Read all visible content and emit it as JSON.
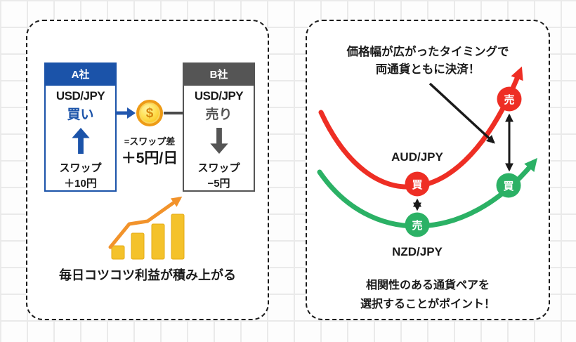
{
  "left_panel": {
    "company_a": {
      "name": "A社",
      "pair": "USD/JPY",
      "action": "買い",
      "swap_label": "スワップ",
      "swap_value": "＋10円"
    },
    "company_b": {
      "name": "B社",
      "pair": "USD/JPY",
      "action": "売り",
      "swap_label": "スワップ",
      "swap_value": "−5円"
    },
    "coin_symbol": "$",
    "swap_diff_label": "=スワップ差",
    "swap_diff_value": "＋5円/日",
    "caption": "毎日コツコツ利益が積み上がる"
  },
  "right_panel": {
    "headline_line1": "価格幅が広がったタイミングで",
    "headline_line2": "両通貨ともに決済！",
    "pair_top_label": "AUD/JPY",
    "pair_bottom_label": "NZD/JPY",
    "badge_sell_top": "売",
    "badge_buy_mid": "買",
    "badge_sell_bottom": "売",
    "badge_buy_right": "買",
    "footer_line1": "相関性のある通貨ペアを",
    "footer_line2": "選択することがポイント！"
  },
  "colors": {
    "accent_blue": "#1b53a9",
    "accent_gray": "#555555",
    "sell_red": "#ee2e24",
    "buy_green": "#2bb165",
    "growth_orange": "#f2932b",
    "bar_gold": "#f4c22b",
    "coin_ring": "#ee9b16"
  }
}
